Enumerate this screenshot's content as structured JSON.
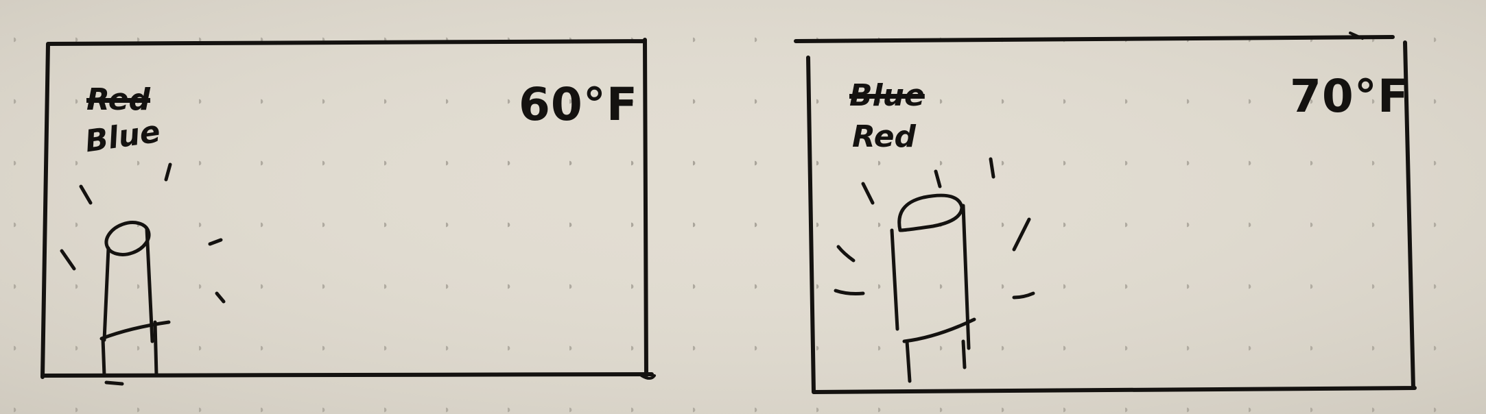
{
  "panels": [
    {
      "temperature": "60°F",
      "crossed_out_word": "Red",
      "word": "Blue"
    },
    {
      "temperature": "70°F",
      "crossed_out_word": "Blue",
      "word": "Red"
    }
  ],
  "colors": {
    "paper": "#e2ddd2",
    "ink": "#141210",
    "dot": "#a7a298"
  }
}
